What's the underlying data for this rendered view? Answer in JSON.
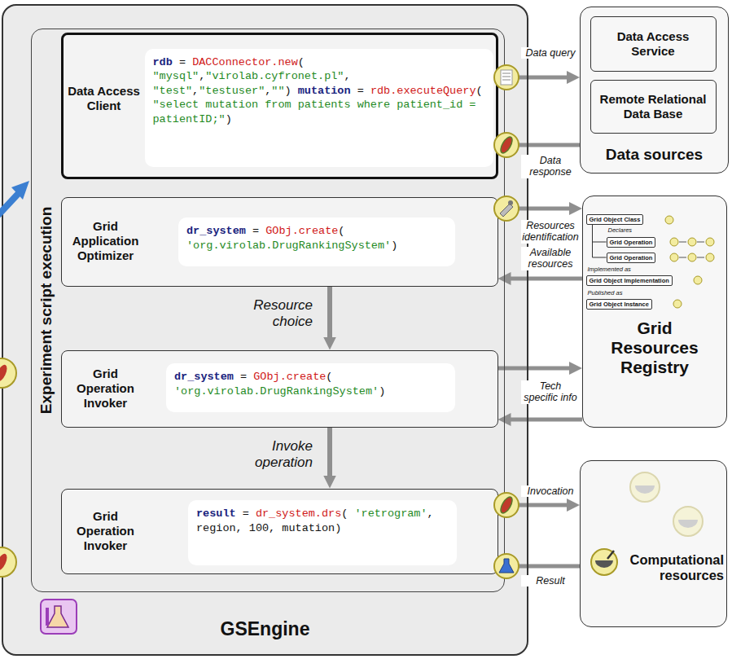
{
  "diagram": {
    "nodes": [
      {
        "text": [
          "GSEngine"
        ]
      },
      {
        "text": [
          "Experiment script execution"
        ],
        "in": 0
      },
      {
        "text": [
          "Data Access Client"
        ],
        "in": 1
      },
      {
        "text": [
          "rdb = DACConnector.new( \"mysql\",\"virolab.cyfronet.pl\", \"test\",\"testuser\",\"\") mutation = rdb.executeQuery( \"select mutation from patients where patient_id = patientID;\")"
        ],
        "in": 2
      },
      {
        "text": [
          "Grid Application Optimizer"
        ],
        "in": 1
      },
      {
        "text": [
          "dr_system = GObj.create( 'org.virolab.DrugRankingSystem')"
        ],
        "in": 4
      },
      {
        "text": [
          "Grid Operation Invoker"
        ],
        "in": 1
      },
      {
        "text": [
          "dr_system = GObj.create( 'org.virolab.DrugRankingSystem')"
        ],
        "in": 6
      },
      {
        "text": [
          "Grid Operation Invoker"
        ],
        "in": 1
      },
      {
        "text": [
          "result = dr_system.drs( 'retrogram', region, 100, mutation)"
        ],
        "in": 8
      },
      {
        "text": [
          "Data sources"
        ]
      },
      {
        "text": [
          "Data Access Service"
        ],
        "in": 10
      },
      {
        "text": [
          "Remote Relational Data Base"
        ],
        "in": 10
      },
      {
        "text": [
          "Grid Resources Registry"
        ]
      },
      {
        "text": [
          "Grid Object Class"
        ],
        "in": 13
      },
      {
        "text": [
          "Grid Operation"
        ],
        "in": 13
      },
      {
        "text": [
          "Grid Operation"
        ],
        "in": 13
      },
      {
        "text": [
          "Grid Object Implementation"
        ],
        "in": 13
      },
      {
        "text": [
          "Grid Object Instance"
        ],
        "in": 13
      },
      {
        "text": [
          "Computational resources"
        ]
      }
    ],
    "edges": [
      {
        "from": 2,
        "to": 10,
        "label": "Data query",
        "arrow": "to"
      },
      {
        "from": 10,
        "to": 2,
        "label": "Data response",
        "arrow": "to"
      },
      {
        "from": 4,
        "to": 13,
        "label": "Resources identification",
        "arrow": "to"
      },
      {
        "from": 13,
        "to": 4,
        "label": "Available resources",
        "arrow": "to"
      },
      {
        "from": 4,
        "to": 6,
        "label": "Resource choice",
        "arrow": "to"
      },
      {
        "from": 6,
        "to": 13,
        "arrow": "to"
      },
      {
        "from": 13,
        "to": 6,
        "label": "Tech specific info",
        "arrow": "to"
      },
      {
        "from": 6,
        "to": 8,
        "label": "Invoke operation",
        "arrow": "to"
      },
      {
        "from": 8,
        "to": 19,
        "label": "Invocation",
        "arrow": "to"
      },
      {
        "from": 19,
        "to": 8,
        "label": "Result",
        "arrow": "to"
      },
      {
        "from": 14,
        "to": 15,
        "arrow": "none"
      },
      {
        "from": 14,
        "to": 16,
        "arrow": "none"
      }
    ],
    "labels": [
      "Declares",
      "Implemented as",
      "Published as"
    ]
  }
}
